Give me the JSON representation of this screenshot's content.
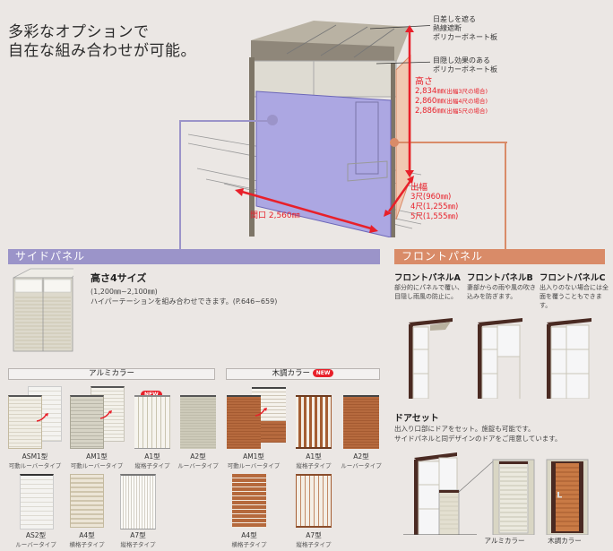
{
  "headline": {
    "line1": "多彩なオプションで",
    "line2": "自在な組み合わせが可能。"
  },
  "diagram": {
    "callouts": [
      {
        "lines": [
          "日差しを遮る",
          "熱線遮断",
          "ポリカーボネート板"
        ]
      },
      {
        "lines": [
          "目隠し効果のある",
          "ポリカーボネート板"
        ]
      }
    ],
    "height": {
      "label": "高さ",
      "values": [
        {
          "value": "2,834㎜",
          "note": "(出幅3尺の場合)"
        },
        {
          "value": "2,860㎜",
          "note": "(出幅4尺の場合)"
        },
        {
          "value": "2,886㎜",
          "note": "(出幅5尺の場合)"
        }
      ]
    },
    "depth": {
      "label": "出幅",
      "values": [
        "3尺(960㎜)",
        "4尺(1,255㎜)",
        "5尺(1,555㎜)"
      ]
    },
    "width": {
      "label": "間口 2,560㎜"
    },
    "colors": {
      "accent_red": "#e8202a",
      "side_purple": "#9b94c9",
      "front_orange": "#d98b68"
    }
  },
  "side_panel": {
    "title": "サイドパネル",
    "size_heading": "高さ4サイズ",
    "size_range": "(1,200㎜~2,100㎜)",
    "size_note": "ハイパーテーションを組み合わせできます。(P.646~659)",
    "alumi": {
      "title": "アルミカラー",
      "items": [
        {
          "name": "ASM1型",
          "type": "可動ルーバータイプ"
        },
        {
          "name": "AM1型",
          "type": "可動ルーバータイプ"
        },
        {
          "name": "A1型",
          "type": "縦格子タイプ",
          "badge": "NEW"
        },
        {
          "name": "A2型",
          "type": "ルーバータイプ"
        },
        {
          "name": "AS2型",
          "type": "ルーバータイプ"
        },
        {
          "name": "A4型",
          "type": "横格子タイプ"
        },
        {
          "name": "A7型",
          "type": "縦格子タイプ"
        }
      ]
    },
    "wood": {
      "title": "木調カラー",
      "badge": "NEW",
      "items": [
        {
          "name": "AM1型",
          "type": "可動ルーバータイプ"
        },
        {
          "name": "A1型",
          "type": "縦格子タイプ"
        },
        {
          "name": "A2型",
          "type": "ルーバータイプ"
        },
        {
          "name": "A4型",
          "type": "横格子タイプ"
        },
        {
          "name": "A7型",
          "type": "縦格子タイプ"
        }
      ]
    }
  },
  "front_panel": {
    "title": "フロントパネル",
    "items": [
      {
        "name": "フロントパネルA",
        "desc": "部分的にパネルで覆い、目隠し雨風の防止に。"
      },
      {
        "name": "フロントパネルB",
        "desc": "妻部からの雨や風の吹き込みを防ぎます。"
      },
      {
        "name": "フロントパネルC",
        "desc": "出入りのない場合には全面を覆うこともできます。"
      }
    ]
  },
  "door_set": {
    "title": "ドアセット",
    "line1": "出入り口部にドアをセット。施錠も可能です。",
    "line2": "サイドパネルと同デザインのドアをご用意しています。",
    "variants": [
      "アルミカラー",
      "木調カラー"
    ]
  }
}
